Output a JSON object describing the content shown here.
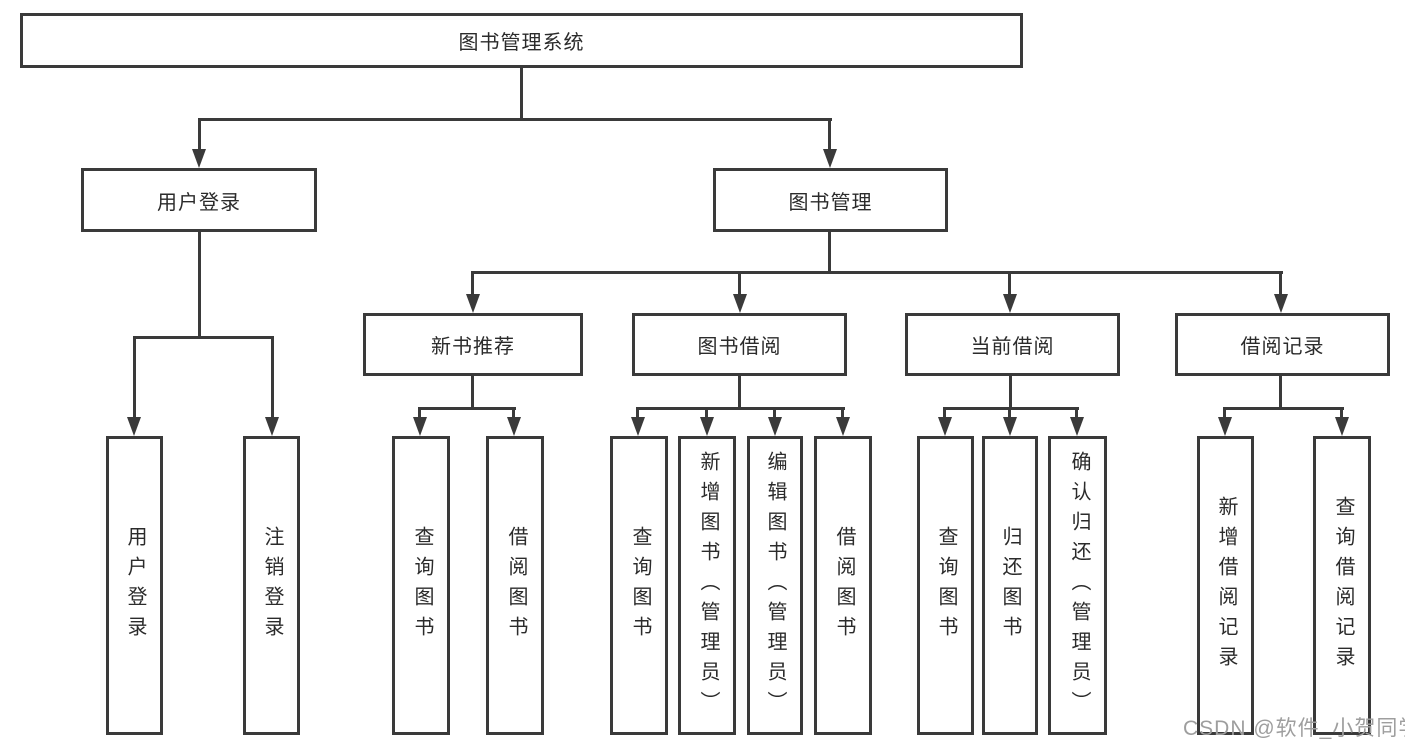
{
  "tree": {
    "label": "图书管理系统",
    "children": [
      {
        "label": "用户登录",
        "children": [
          {
            "label": "用户登录"
          },
          {
            "label": "注销登录"
          }
        ]
      },
      {
        "label": "图书管理",
        "children": [
          {
            "label": "新书推荐",
            "children": [
              {
                "label": "查询图书"
              },
              {
                "label": "借阅图书"
              }
            ]
          },
          {
            "label": "图书借阅",
            "children": [
              {
                "label": "查询图书"
              },
              {
                "label": "新增图书（管理员）"
              },
              {
                "label": "编辑图书（管理员）"
              },
              {
                "label": "借阅图书"
              }
            ]
          },
          {
            "label": "当前借阅",
            "children": [
              {
                "label": "查询图书"
              },
              {
                "label": "归还图书"
              },
              {
                "label": "确认归还（管理员）"
              }
            ]
          },
          {
            "label": "借阅记录",
            "children": [
              {
                "label": "新增借阅记录"
              },
              {
                "label": "查询借阅记录"
              }
            ]
          }
        ]
      }
    ]
  },
  "watermark": "CSDN @软件_小贺同学",
  "colors": {
    "line": "#3a3a3a",
    "text": "#2b2b2b",
    "watermark": "#9e9e9e",
    "background": "#ffffff"
  }
}
